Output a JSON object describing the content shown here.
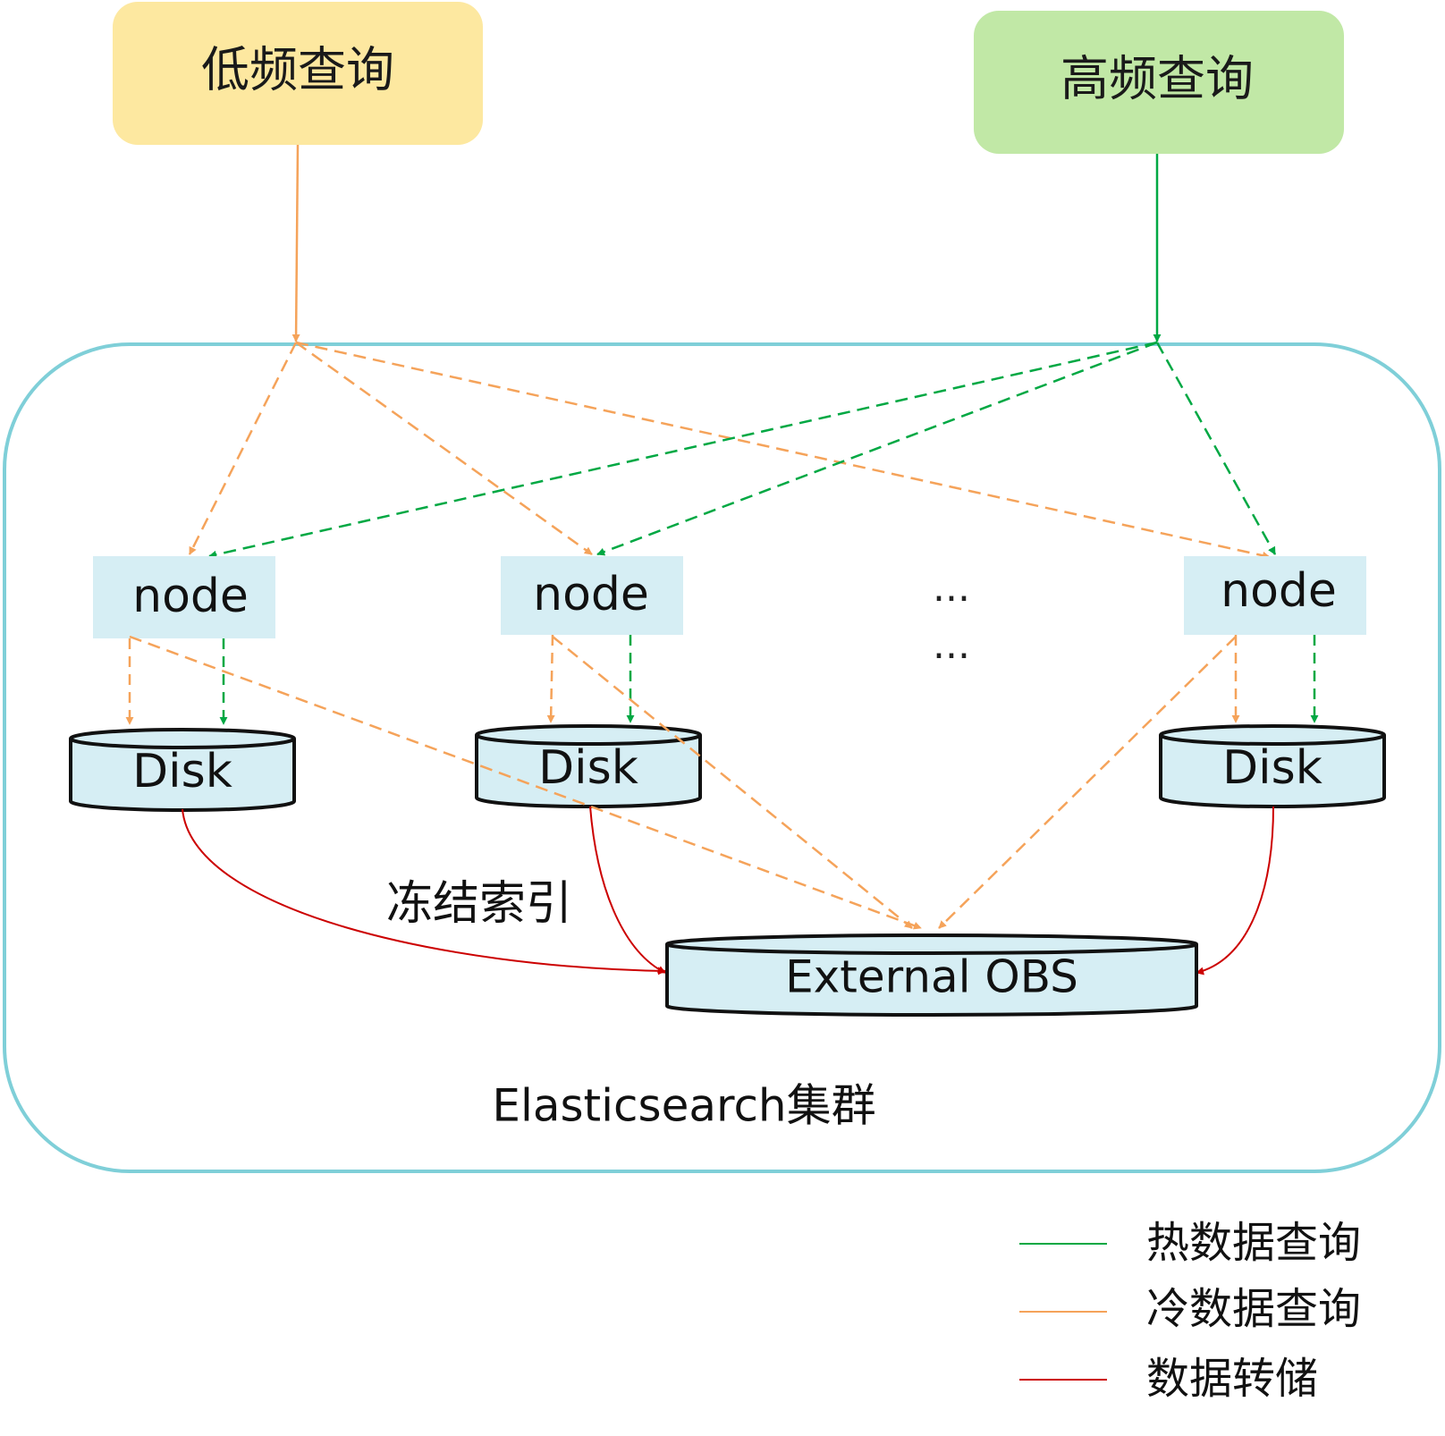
{
  "query_low": "低频查询",
  "query_high": "高频查询",
  "nodes": [
    "node",
    "node",
    "node"
  ],
  "disks": [
    "Disk",
    "Disk",
    "Disk"
  ],
  "ellipsis": [
    "...",
    "..."
  ],
  "obs_label": "External OBS",
  "freeze_label": "冻结索引",
  "cluster_label": "Elasticsearch集群",
  "legend": [
    {
      "label": "热数据查询",
      "color": "#00a843"
    },
    {
      "label": "冷数据查询",
      "color": "#f5a35a"
    },
    {
      "label": "数据转储",
      "color": "#cc0000"
    }
  ],
  "colors": {
    "low_fill": "#fde8a0",
    "high_fill": "#c1e8a6",
    "node_fill": "#d6eef4",
    "cluster_border": "#7fcfd8",
    "hot": "#00a843",
    "cold": "#f5a35a",
    "dump": "#cc0000"
  }
}
